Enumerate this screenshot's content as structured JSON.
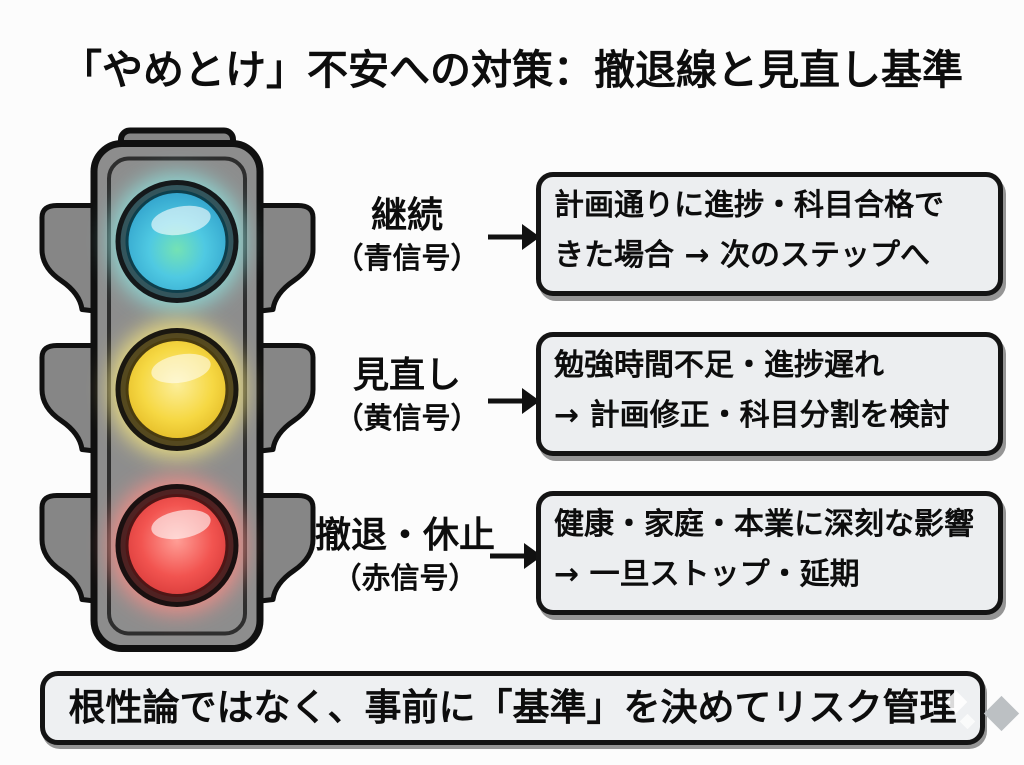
{
  "title": "「やめとけ」不安への対策：撤退線と見直し基準",
  "traffic_light": {
    "description": "信号機のイラスト",
    "lights": [
      {
        "id": "blue-light",
        "label": "青信号",
        "color": "#45c4e0"
      },
      {
        "id": "yellow-light",
        "label": "黄信号",
        "color": "#f6d843"
      },
      {
        "id": "red-light",
        "label": "赤信号",
        "color": "#f25450"
      }
    ]
  },
  "rows": [
    {
      "label": "継続",
      "signal": "（青信号）",
      "criteria_line1": "計画通りに進捗・科目合格で",
      "criteria_line2": "きた場合 → 次のステップへ"
    },
    {
      "label": "見直し",
      "signal": "（黄信号）",
      "criteria_line1": "勉強時間不足・進捗遅れ",
      "criteria_line2": "→ 計画修正・科目分割を検討"
    },
    {
      "label": "撤退・休止",
      "signal": "（赤信号）",
      "criteria_line1": "健康・家庭・本業に深刻な影響",
      "criteria_line2": "→ 一旦ストップ・延期"
    }
  ],
  "footer": "根性論ではなく、事前に「基準」を決めてリスク管理",
  "colors": {
    "background": "#fcfcfc",
    "box_background": "#eceef0",
    "box_border": "#141414",
    "text": "#0d0d0d",
    "traffic_body": "#8d8d8d",
    "blue_light": "#45c4e0",
    "yellow_light": "#f6d843",
    "red_light": "#f25450"
  }
}
